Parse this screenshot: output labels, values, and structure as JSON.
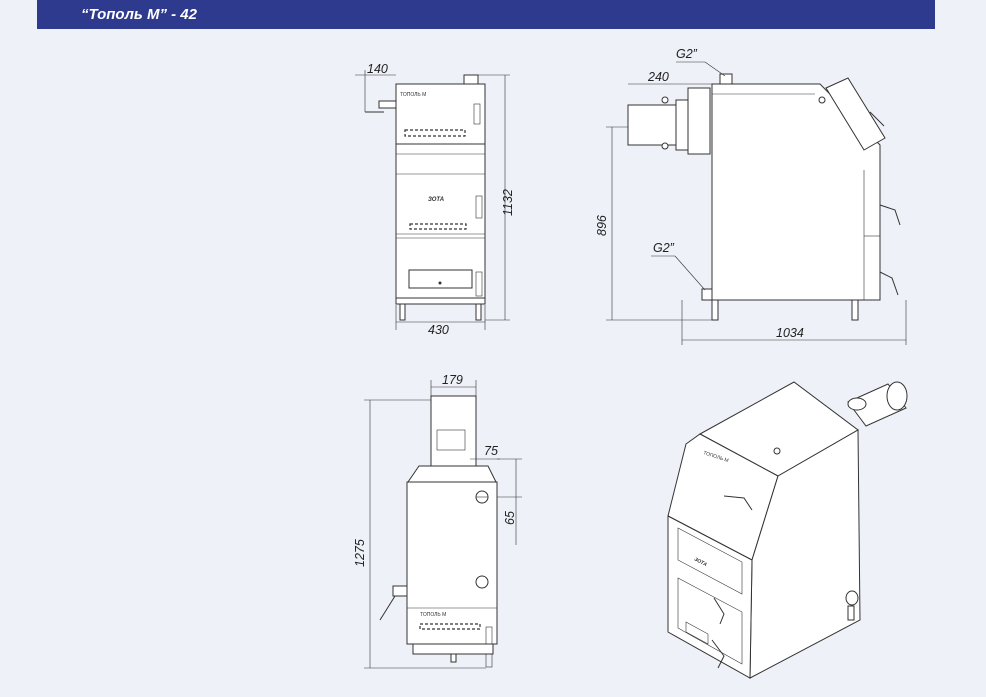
{
  "header": {
    "title": "“Тополь М” - 42"
  },
  "dimensions": {
    "front_flue_offset": "140",
    "front_height": "1132",
    "front_width": "430",
    "side_flue_offset": "240",
    "side_top_fitting": "G2”",
    "side_bottom_fitting": "G2”",
    "side_height": "896",
    "side_depth": "1034",
    "back_flue_width": "179",
    "back_fitting_offset": "75",
    "back_fitting_height": "65",
    "back_height": "1275"
  },
  "labels": {
    "brand_front": "ТОПОЛЬ М",
    "logo_front": "ЗОТА",
    "brand_back": "ТОПОЛЬ М",
    "brand_iso": "ТОПОЛЬ М",
    "logo_iso": "ЗОТА"
  }
}
